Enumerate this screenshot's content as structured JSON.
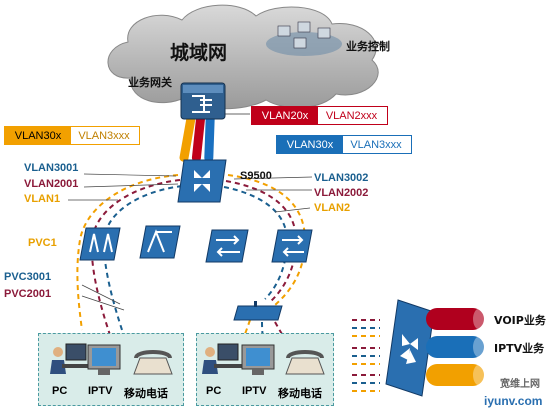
{
  "cloud": {
    "metro_label": "城域网",
    "control_label": "业务控制",
    "gateway_label": "业务网关"
  },
  "switch": {
    "name": "S9500"
  },
  "tags": {
    "orange": {
      "a": "VLAN30x",
      "b": "VLAN3xxx"
    },
    "red": {
      "a": "VLAN20x",
      "b": "VLAN2xxx"
    },
    "blue": {
      "a": "VLAN30x",
      "b": "VLAN3xxx"
    }
  },
  "left_labels": {
    "vlan3001": "VLAN3001",
    "vlan2001": "VLAN2001",
    "vlan1": "VLAN1",
    "pvc1": "PVC1",
    "pvc3001": "PVC3001",
    "pvc2001": "PVC2001"
  },
  "right_labels": {
    "vlan3002": "VLAN3002",
    "vlan2002": "VLAN2002",
    "vlan2": "VLAN2"
  },
  "endpoints": {
    "left": {
      "pc": "PC",
      "iptv": "IPTV",
      "phone": "移动电话"
    },
    "right": {
      "pc": "PC",
      "iptv": "IPTV",
      "phone": "移动电话"
    }
  },
  "legend": [
    {
      "label": "VOIP业务",
      "color": "#b0001e"
    },
    {
      "label": "IPTV业务",
      "color": "#1a6fb8"
    },
    {
      "label": "",
      "color": "#f2a000"
    }
  ],
  "watermark": {
    "line1": "宽维上网",
    "line2": "iyunv.com"
  },
  "colors": {
    "voip": "#8b1a3a",
    "iptv": "#1a5f8f",
    "data": "#e8a000",
    "gray": "#555555"
  }
}
